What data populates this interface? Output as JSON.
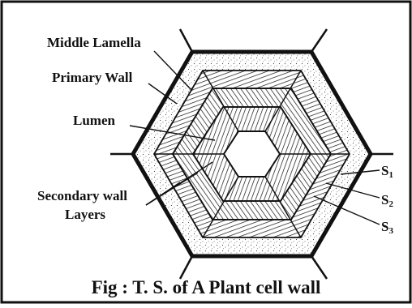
{
  "labels": {
    "middle_lamella": "Middle Lamella",
    "primary_wall": "Primary Wall",
    "lumen": "Lumen",
    "secondary_wall_line1": "Secondary wall",
    "secondary_wall_line2": "Layers",
    "s1_letter": "S",
    "s1_sub": "1",
    "s2_letter": "S",
    "s2_sub": "2",
    "s3_letter": "S",
    "s3_sub": "3"
  },
  "caption": "Fig : T. S. of A Plant cell wall",
  "colors": {
    "outline": "#111111",
    "stipple": "#444444",
    "hatch": "#111111",
    "background": "#ffffff"
  }
}
